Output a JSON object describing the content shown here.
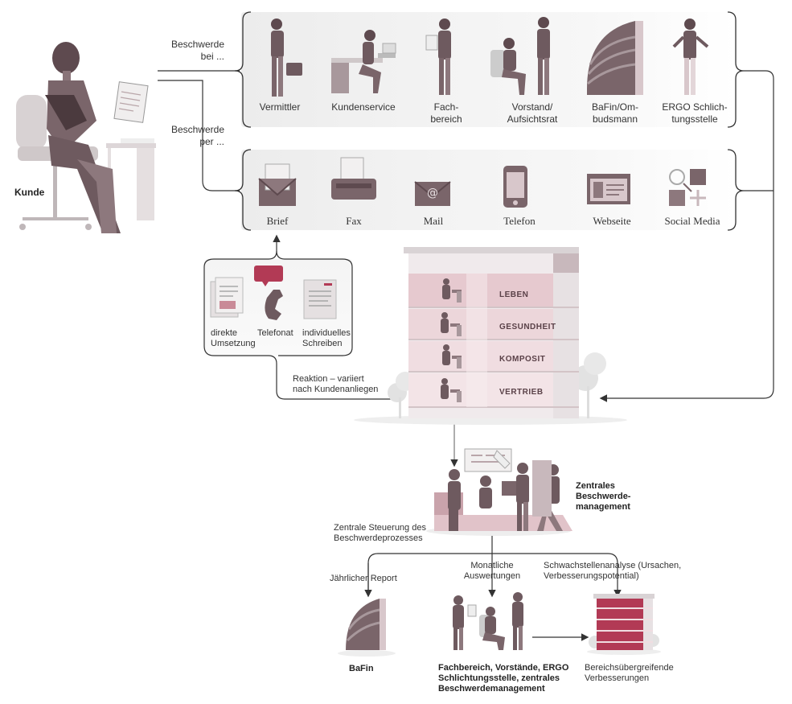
{
  "customer": {
    "label": "Kunde"
  },
  "complaint_to": {
    "label_line1": "Beschwerde",
    "label_line2": "bei ..."
  },
  "complaint_via": {
    "label_line1": "Beschwerde",
    "label_line2": "per ..."
  },
  "recipients": [
    {
      "line1": "Vermittler",
      "line2": ""
    },
    {
      "line1": "Kundenservice",
      "line2": ""
    },
    {
      "line1": "Fach-",
      "line2": "bereich"
    },
    {
      "line1": "Vorstand/",
      "line2": "Aufsichtsrat"
    },
    {
      "line1": "BaFin/Om-",
      "line2": "budsmann"
    },
    {
      "line1": "ERGO Schlich-",
      "line2": "tungsstelle"
    }
  ],
  "channels": [
    "Brief",
    "Fax",
    "Mail",
    "Telefon",
    "Webseite",
    "Social Media"
  ],
  "responses": [
    {
      "line1": "direkte",
      "line2": "Umsetzung"
    },
    {
      "line1": "Telefonat",
      "line2": ""
    },
    {
      "line1": "individuelles",
      "line2": "Schreiben"
    }
  ],
  "reaction": {
    "line1": "Reaktion – variiert",
    "line2": "nach Kundenanliegen"
  },
  "floors": [
    "LEBEN",
    "GESUNDHEIT",
    "KOMPOSIT",
    "VERTRIEB"
  ],
  "central": {
    "line1": "Zentrales",
    "line2": "Beschwerde-",
    "line3": "management"
  },
  "steering": {
    "line1": "Zentrale Steuerung des",
    "line2": "Beschwerdeprozesses"
  },
  "outputs": {
    "report": "Jährlicher Report",
    "monthly_line1": "Monatliche",
    "monthly_line2": "Auswertungen",
    "weakness_line1": "Schwachstellenanalyse (Ursachen,",
    "weakness_line2": "Verbesserungspotential)"
  },
  "bottom": {
    "bafin": "BaFin",
    "group_line1": "Fachbereich, Vorstände, ERGO",
    "group_line2": "Schlichtungsstelle, zentrales",
    "group_line3": "Beschwerdemanagement",
    "improve_line1": "Bereichsübergreifende",
    "improve_line2": "Verbesserungen"
  },
  "colors": {
    "accent": "#b23a55",
    "figure_dark": "#6e5a5f",
    "figure_light": "#c8b8bc",
    "line": "#333333"
  }
}
